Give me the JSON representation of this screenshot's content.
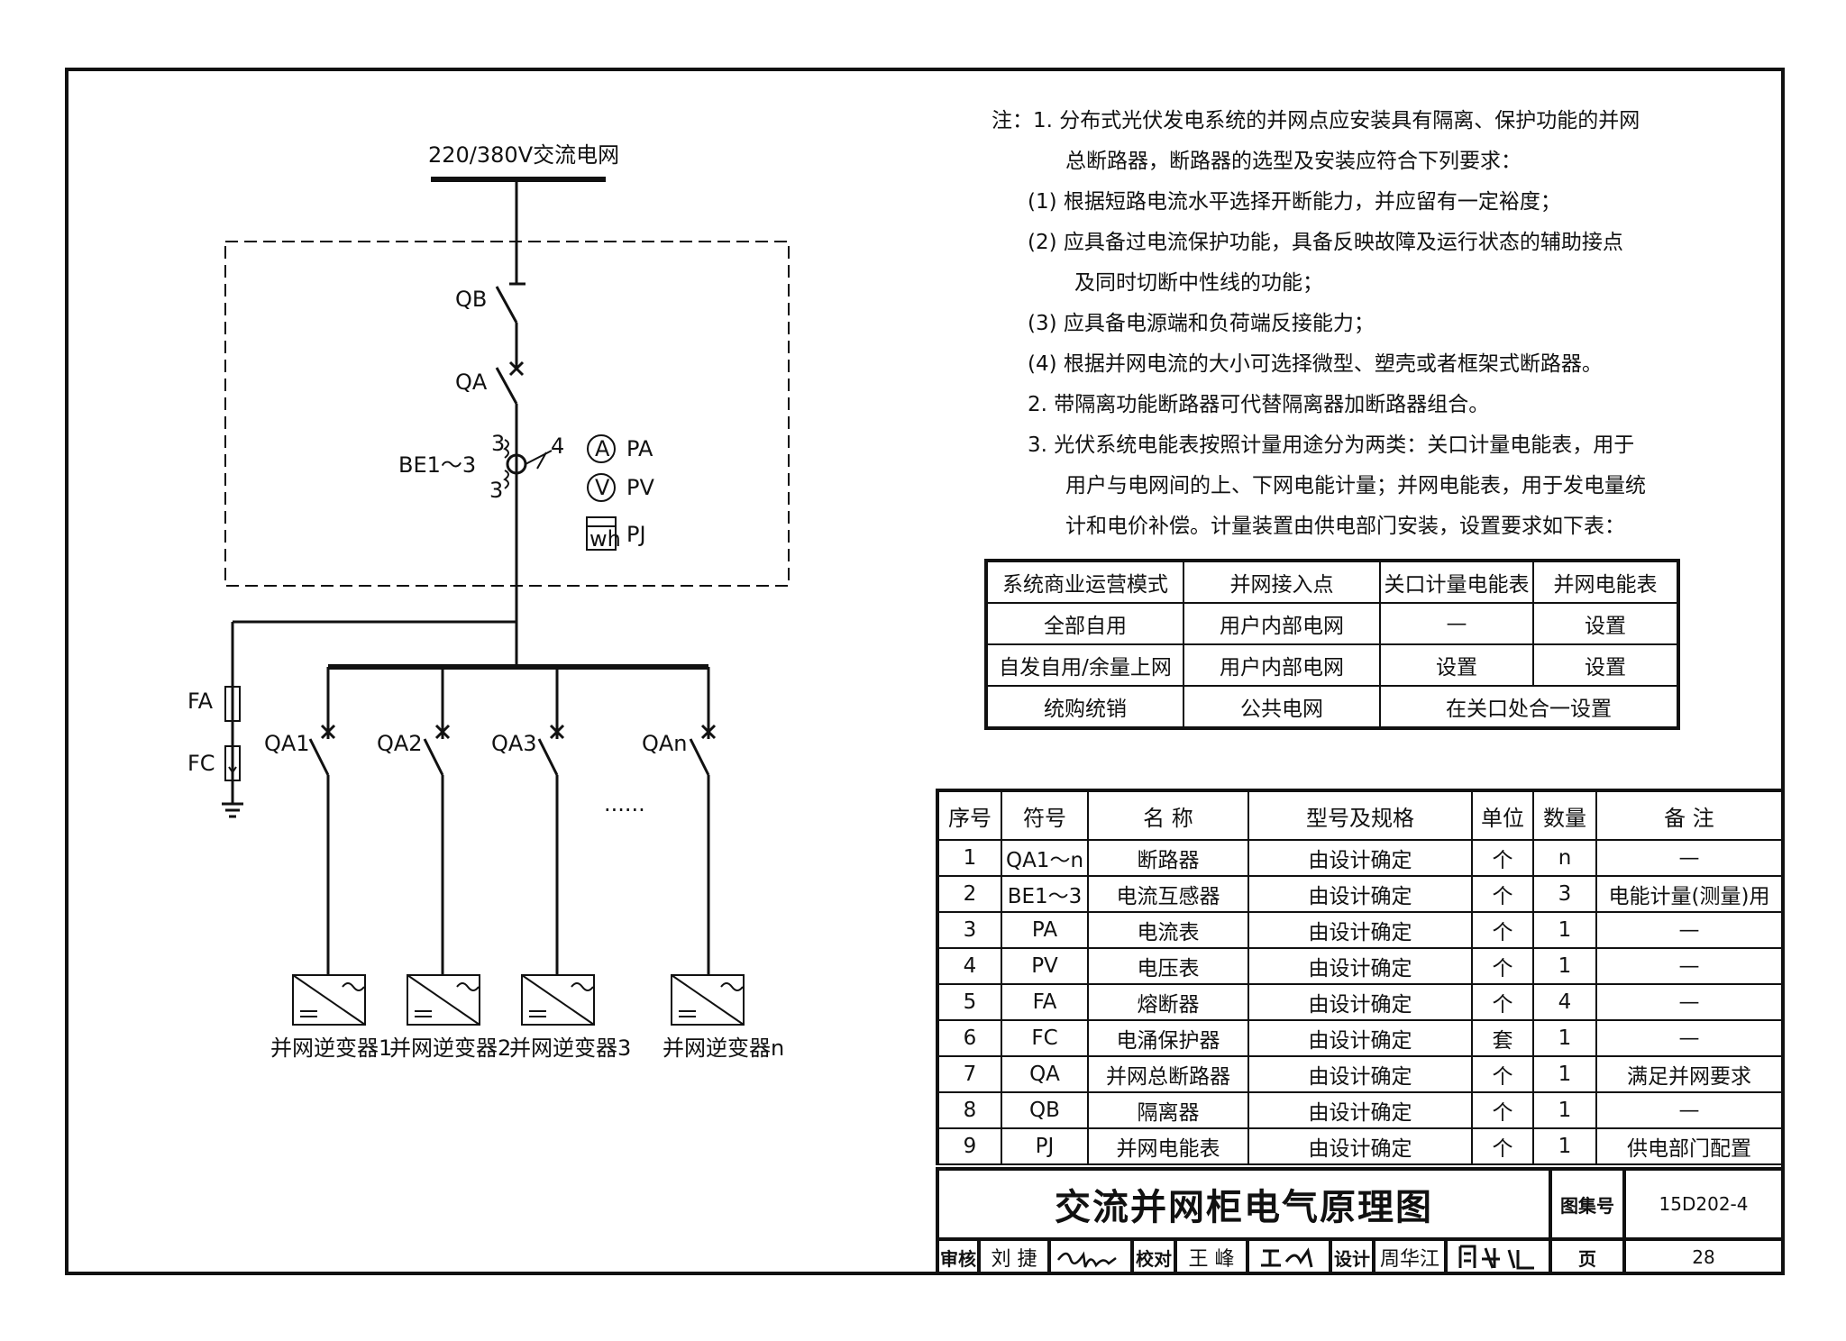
{
  "diagram": {
    "grid_label": "220/380V交流电网",
    "qb": "QB",
    "qa": "QA",
    "be": "BE1～3",
    "ct_3a": "3",
    "ct_3b": "3",
    "ct_4": "4",
    "meter_a_symbol": "A",
    "meter_v_symbol": "V",
    "meter_wh_symbol": "wh",
    "pa": "PA",
    "pv": "PV",
    "pj": "PJ",
    "fa": "FA",
    "fc": "FC",
    "qa1": "QA1",
    "qa2": "QA2",
    "qa3": "QA3",
    "qan": "QAn",
    "dots": "......",
    "inv1": "并网逆变器1",
    "inv2": "并网逆变器2",
    "inv3": "并网逆变器3",
    "invn": "并网逆变器n"
  },
  "notes": [
    "注：1. 分布式光伏发电系统的并网点应安装具有隔离、保护功能的并网",
    "总断路器，断路器的选型及安装应符合下列要求：",
    "(1) 根据短路电流水平选择开断能力，并应留有一定裕度；",
    "(2) 应具备过电流保护功能，具备反映故障及运行状态的辅助接点",
    "及同时切断中性线的功能；",
    "(3) 应具备电源端和负荷端反接能力；",
    "(4) 根据并网电流的大小可选择微型、塑壳或者框架式断路器。",
    "2. 带隔离功能断路器可代替隔离器加断路器组合。",
    "3. 光伏系统电能表按照计量用途分为两类：关口计量电能表，用于",
    "用户与电网间的上、下网电能计量；并网电能表，用于发电量统",
    "计和电价补偿。计量装置由供电部门安装，设置要求如下表："
  ],
  "meter_table": {
    "headers": [
      "系统商业运营模式",
      "并网接入点",
      "关口计量电能表",
      "并网电能表"
    ],
    "rows": [
      [
        "全部自用",
        "用户内部电网",
        "—",
        "设置"
      ],
      [
        "自发自用/余量上网",
        "用户内部电网",
        "设置",
        "设置"
      ],
      [
        "统购统销",
        "公共电网",
        "在关口处合一设置"
      ]
    ]
  },
  "bom": {
    "headers": [
      "序号",
      "符号",
      "名 称",
      "型号及规格",
      "单位",
      "数量",
      "备 注"
    ],
    "rows": [
      [
        "1",
        "QA1～n",
        "断路器",
        "由设计确定",
        "个",
        "n",
        "—"
      ],
      [
        "2",
        "BE1～3",
        "电流互感器",
        "由设计确定",
        "个",
        "3",
        "电能计量(测量)用"
      ],
      [
        "3",
        "PA",
        "电流表",
        "由设计确定",
        "个",
        "1",
        "—"
      ],
      [
        "4",
        "PV",
        "电压表",
        "由设计确定",
        "个",
        "1",
        "—"
      ],
      [
        "5",
        "FA",
        "熔断器",
        "由设计确定",
        "个",
        "4",
        "—"
      ],
      [
        "6",
        "FC",
        "电涌保护器",
        "由设计确定",
        "套",
        "1",
        "—"
      ],
      [
        "7",
        "QA",
        "并网总断路器",
        "由设计确定",
        "个",
        "1",
        "满足并网要求"
      ],
      [
        "8",
        "QB",
        "隔离器",
        "由设计确定",
        "个",
        "1",
        "—"
      ],
      [
        "9",
        "PJ",
        "并网电能表",
        "由设计确定",
        "个",
        "1",
        "供电部门配置"
      ]
    ]
  },
  "title_block": {
    "title": "交流并网柜电气原理图",
    "atlas_label": "图集号",
    "atlas_no": "15D202-4",
    "review_label": "审核",
    "reviewer": "刘 捷",
    "check_label": "校对",
    "checker": "王 峰",
    "design_label": "设计",
    "designer": "周华江",
    "page_label": "页",
    "page_no": "28"
  }
}
